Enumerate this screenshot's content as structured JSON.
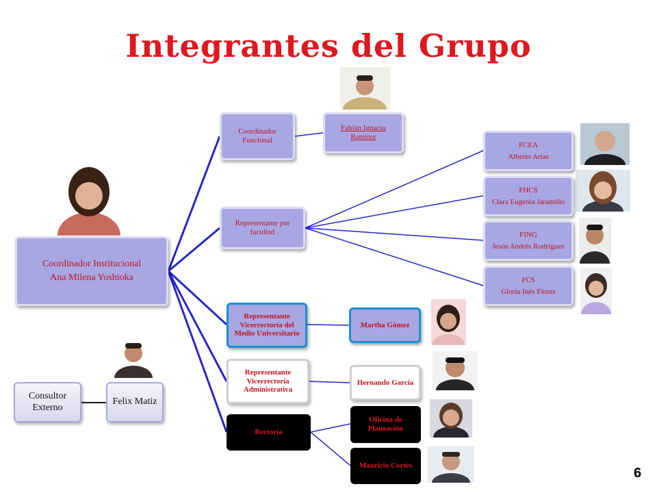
{
  "slide": {
    "title": "Integrantes del Grupo",
    "page_number": "6"
  },
  "nodes": {
    "coordinador_institucional": {
      "role": "Coordinador Institucional",
      "name": "Ana Milena Yoshioka"
    },
    "coordinador_funcional": {
      "role": "Coordinador Funcional"
    },
    "fabian": {
      "name": "Fabián Ignacio Ramírez"
    },
    "representante_facultad": {
      "role": "Representante por facultad"
    },
    "fcea": {
      "faculty": "FCEA",
      "name": "Alberto Arias"
    },
    "fhcs": {
      "faculty": "FHCS",
      "name": "Clara Eugenia Jaramillo"
    },
    "fing": {
      "faculty": "FING",
      "name": "Jesús Andrés Rodríguez"
    },
    "fcs": {
      "faculty": "FCS",
      "name": "Gloria Inés Flores"
    },
    "vice_medio": {
      "role": "Representante Vicerrectoría del Medio Universitario"
    },
    "martha": {
      "name": "Martha Gómez"
    },
    "vice_admin": {
      "role": "Representante Vicerrectoría Administrativa"
    },
    "hernando": {
      "name": "Hernando García"
    },
    "rectoria": {
      "role": "Rectoría"
    },
    "oficina": {
      "name": "Oficina de Planeación"
    },
    "mauricio": {
      "name": "Mauricio Cortés"
    },
    "consultor": {
      "role": "Consultor Externo"
    },
    "felix": {
      "name": "Felix Matiz"
    }
  },
  "colors": {
    "title": "#e0171f",
    "connector": "#2626c8",
    "box_fill": "#a8a6e3",
    "box_text": "#c3141d"
  },
  "icons": [
    "person-photo"
  ]
}
